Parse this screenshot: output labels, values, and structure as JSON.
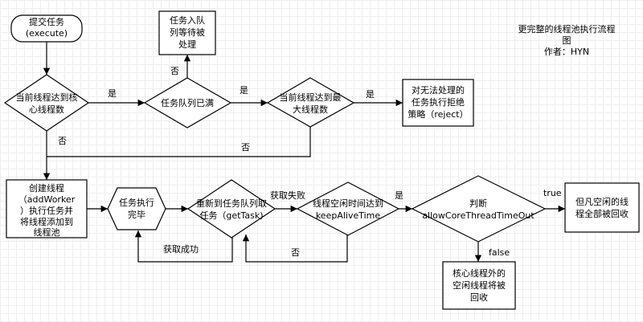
{
  "title": {
    "line1": "更完整的线程池执行流程图",
    "line2": "作者：HYN"
  },
  "nodes": {
    "submit": [
      "提交任务",
      "(execute)"
    ],
    "queue_wait": [
      "任务入队",
      "列等待被",
      "处理"
    ],
    "core_reached": [
      "当前线程达到核",
      "心线程数"
    ],
    "queue_full": [
      "任务队列已满"
    ],
    "max_reached": [
      "当前线程达到最",
      "大线程数"
    ],
    "reject": [
      "对无法处理的",
      "任务执行拒绝",
      "策略（reject）"
    ],
    "create_worker": [
      "创建线程",
      "（addWorker",
      "）执行任务并",
      "将线程添加到",
      "线程池"
    ],
    "task_done": [
      "任务执行",
      "完毕"
    ],
    "get_task": [
      "重新到任务队列取",
      "任务（getTask)"
    ],
    "idle_timeout": [
      "线程空闲时间达到",
      "keepAliveTime"
    ],
    "judge": [
      "判断",
      "allowCoreThreadTimeOut"
    ],
    "recycle_all": [
      "但凡空闲的线",
      "程全部被回收"
    ],
    "recycle_non_core": [
      "核心线程外的",
      "空闲线程将被",
      "回收"
    ]
  },
  "edge_labels": {
    "core_yes": "是",
    "core_no": "否",
    "queue_full_no": "否",
    "queue_full_yes": "是",
    "max_yes": "是",
    "max_no": "否",
    "get_fail": "获取失败",
    "get_success": "获取成功",
    "idle_no": "否",
    "idle_yes": "是",
    "judge_true": "true",
    "judge_false": "false"
  }
}
